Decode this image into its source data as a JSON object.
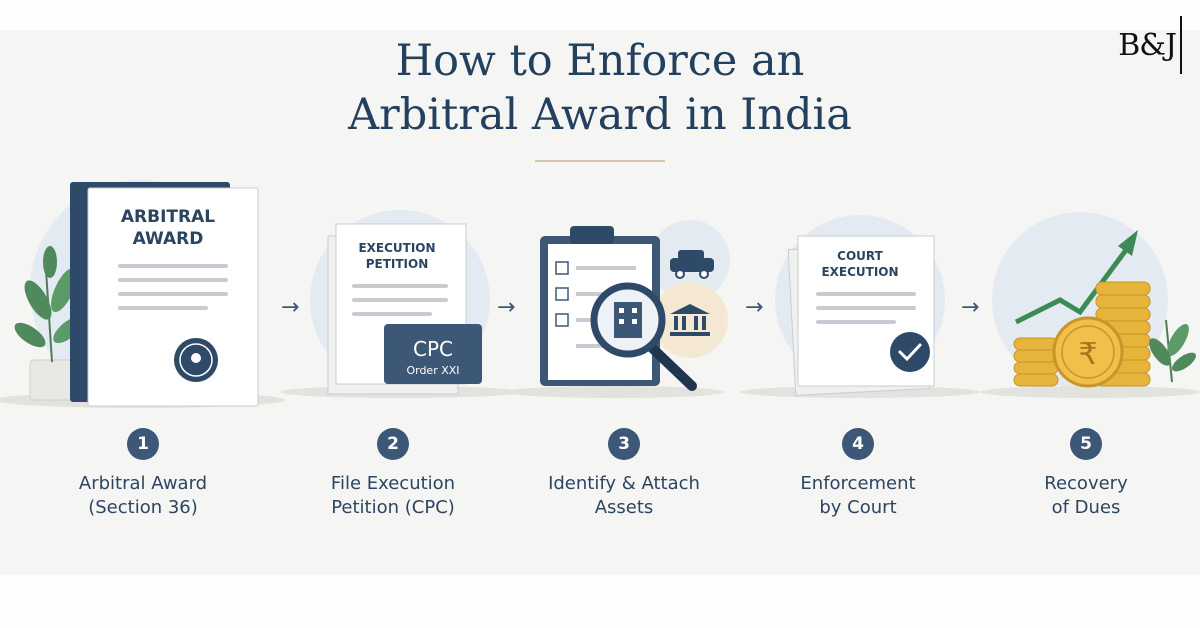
{
  "logo": {
    "text": "B&J"
  },
  "title": {
    "line1": "How to Enforce an",
    "line2": "Arbitral Award in India"
  },
  "documents": {
    "award_heading_1": "ARBITRAL",
    "award_heading_2": "AWARD",
    "petition_heading_1": "EXECUTION",
    "petition_heading_2": "PETITION",
    "cpc_title": "CPC",
    "cpc_subtitle": "Order XXI",
    "court_heading_1": "COURT",
    "court_heading_2": "EXECUTION",
    "rupee_symbol": "₹"
  },
  "steps": [
    {
      "number": "1",
      "label": "Arbitral Award\n(Section 36)"
    },
    {
      "number": "2",
      "label": "File Execution\nPetition (CPC)"
    },
    {
      "number": "3",
      "label": "Identify & Attach\nAssets"
    },
    {
      "number": "4",
      "label": "Enforcement\nby Court"
    },
    {
      "number": "5",
      "label": "Recovery\nof Dues"
    }
  ],
  "arrow_glyph": "→",
  "colors": {
    "navy": "#23405e",
    "badge": "#3d5876",
    "accent_rule": "#d9c6a6",
    "green": "#3e8a55",
    "gold": "#e6b43a"
  }
}
